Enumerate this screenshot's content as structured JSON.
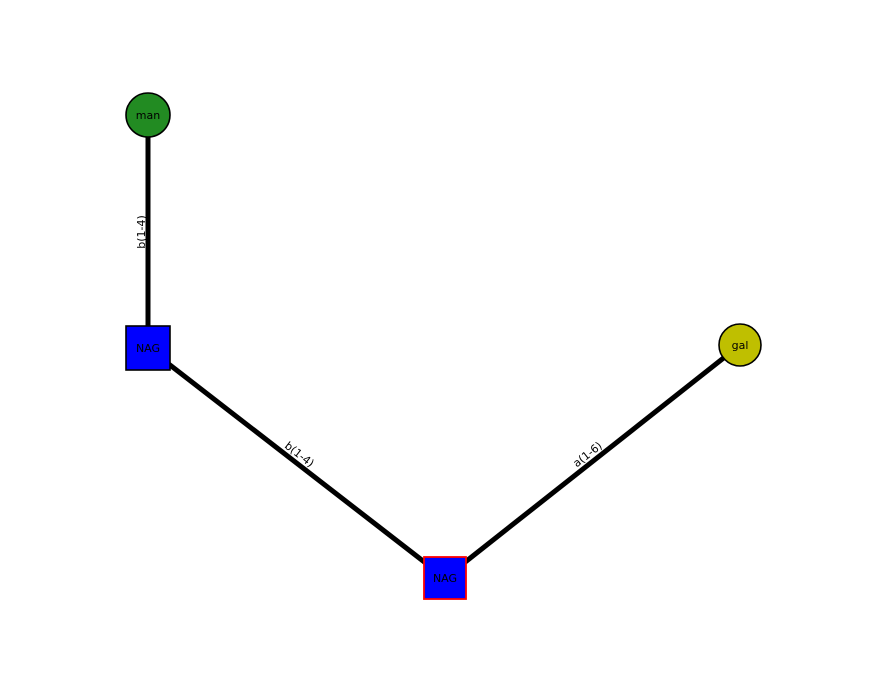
{
  "figure": {
    "background": "#ffffff",
    "edge_color": "#000000",
    "label_color": "#000000"
  },
  "diagram": {
    "type": "glycan-graph",
    "nodes": [
      {
        "id": "man",
        "label": "man",
        "shape": "circle",
        "fill": "#228b22",
        "border": "#000000"
      },
      {
        "id": "nag-upper",
        "label": "NAG",
        "shape": "square",
        "fill": "#0000ff",
        "border": "#000000"
      },
      {
        "id": "nag-lower",
        "label": "NAG",
        "shape": "square",
        "fill": "#0000ff",
        "border": "#ff0000"
      },
      {
        "id": "gal",
        "label": "gal",
        "shape": "circle",
        "fill": "#bfbf00",
        "border": "#000000"
      }
    ],
    "edges": [
      {
        "from": "man",
        "to": "nag-upper",
        "label": "b(1-4)"
      },
      {
        "from": "nag-upper",
        "to": "nag-lower",
        "label": "b(1-4)"
      },
      {
        "from": "nag-lower",
        "to": "gal",
        "label": "a(1-6)"
      }
    ]
  }
}
